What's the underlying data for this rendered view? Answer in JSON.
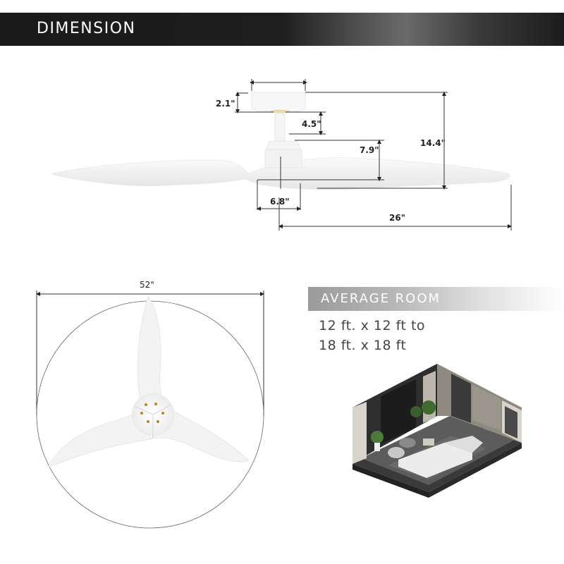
{
  "header": {
    "title": "DIMENSION"
  },
  "side_view": {
    "labels": {
      "canopy_height": "2.1\"",
      "downrod": "4.5\"",
      "motor_to_blade": "7.9\"",
      "total_height": "14.4\"",
      "hub_width": "6.8\"",
      "blade_length": "26\""
    }
  },
  "top_view": {
    "diameter_label": "52\""
  },
  "room": {
    "banner": "AVERAGE ROOM",
    "line1": "12 ft. x 12 ft to",
    "line2": "18 ft. x 18 ft"
  },
  "colors": {
    "header_bg": "#1a1a1a",
    "dimension_line": "#222222",
    "fan_white": "#f4f4f4",
    "screw_gold": "#b8862a"
  }
}
